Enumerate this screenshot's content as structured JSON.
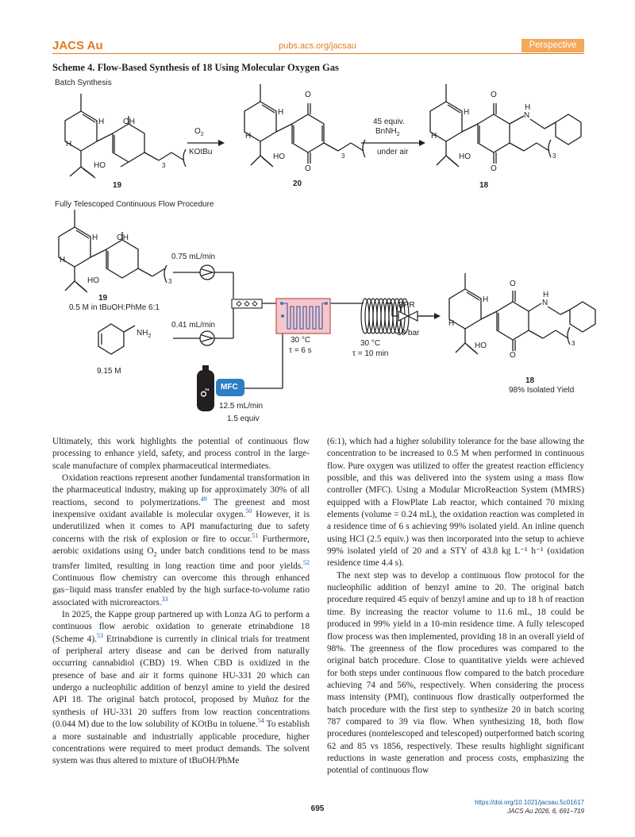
{
  "header": {
    "journal": "JACS Au",
    "site": "pubs.acs.org/jacsau",
    "article_type": "Perspective"
  },
  "scheme": {
    "title": "Scheme 4. Flow-Based Synthesis of 18 Using Molecular Oxygen Gas",
    "batch_title": "Batch Synthesis",
    "flow_title": "Fully Telescoped Continuous Flow Procedure",
    "reagent1_top": "O",
    "reagent1_sub": "2",
    "reagent1_bottom": "KOtBu",
    "reagent2_line1": "45 equiv.",
    "reagent2_line2": "BnNH",
    "reagent2_sub": "2",
    "reagent2_bottom": "under air",
    "compound_19": "19",
    "compound_20": "20",
    "compound_18": "18",
    "flow_19_conc": "0.5 M in tBuOH:PhMe 6:1",
    "flow_rate_1": "0.75 mL/min",
    "flow_rate_2": "0.41 mL/min",
    "amine_label": "NH",
    "amine_sub": "2",
    "amine_conc": "9.15 M",
    "o2_label": "O",
    "o2_sub": "2",
    "mfc": "MFC",
    "gas_rate": "12.5 mL/min",
    "gas_equiv": "1.5 equiv",
    "reactor1_temp": "30 °C",
    "reactor1_tau": "τ = 6 s",
    "reactor2_temp": "30 °C",
    "reactor2_tau": "τ = 10 min",
    "bpr": "BPR",
    "bpr_pressure": "10 bar",
    "product_yield": "98% Isolated Yield",
    "atom_H": "H",
    "atom_OH": "OH",
    "atom_HO": "HO",
    "atom_O": "O",
    "atom_NH": "N",
    "subscript_3": "3"
  },
  "body": {
    "left": [
      "Ultimately, this work highlights the potential of continuous flow processing to enhance yield, safety, and process control in the large-scale manufacture of complex pharmaceutical intermediates.",
      "Oxidation reactions represent another fundamental transformation in the pharmaceutical industry, making up for approximately 30% of all reactions, second to polymerizations.",
      "In 2025, the Kappe group partnered up with Lonza AG to perform a continuous flow aerobic oxidation to generate etrinabdione 18 (Scheme 4)."
    ],
    "left_p2_rest": [
      "The greenest and most inexpensive oxidant available is molecular oxygen.",
      "However, it is underutilized when it comes to API manufacturing due to safety concerns with the risk of explosion or fire to occur.",
      "Furthermore, aerobic oxidations using O",
      "under batch conditions tend to be mass transfer limited, resulting in long reaction time and poor yields.",
      "Continuous flow chemistry can overcome this through enhanced gas−liquid mass transfer enabled by the high surface-to-volume ratio associated with microreactors."
    ],
    "left_p3_rest": [
      "Etrinabdione is currently in clinical trials for treatment of peripheral artery disease and can be derived from naturally occurring cannabidiol (CBD) 19. When CBD is oxidized in the presence of base and air it forms quinone HU-331 20 which can undergo a nucleophilic addition of benzyl amine to yield the desired API 18. The original batch protocol, proposed by Muñoz for the synthesis of HU-331 20 suffers from low reaction concentrations (0.044 M) due to the low solubility of KOtBu in toluene.",
      "To establish a more sustainable and industrially applicable procedure, higher concentrations were required to meet product demands. The solvent system was thus altered to mixture of tBuOH/PhMe"
    ],
    "cites": {
      "c49": "49",
      "c50": "50",
      "c51": "51",
      "c52": "52",
      "c33": "33",
      "c53": "53",
      "c54": "54"
    },
    "right": [
      "(6:1), which had a higher solubility tolerance for the base allowing the concentration to be increased to 0.5 M when performed in continuous flow. Pure oxygen was utilized to offer the greatest reaction efficiency possible, and this was delivered into the system using a mass flow controller (MFC). Using a Modular MicroReaction System (MMRS) equipped with a FlowPlate Lab reactor, which contained 70 mixing elements (volume = 0.24 mL), the oxidation reaction was completed in a residence time of 6 s achieving 99% isolated yield. An inline quench using HCl (2.5 equiv.) was then incorporated into the setup to achieve 99% isolated yield of 20 and a STY of 43.8 kg L⁻¹ h⁻¹ (oxidation residence time 4.4 s).",
      "The next step was to develop a continuous flow protocol for the nucleophilic addition of benzyl amine to 20. The original batch procedure required 45 equiv of benzyl amine and up to 18 h of reaction time. By increasing the reactor volume to 11.6 mL, 18 could be produced in 99% yield in a 10-min residence time. A fully telescoped flow process was then implemented, providing 18 in an overall yield of 98%. The greenness of the flow procedures was compared to the original batch procedure. Close to quantitative yields were achieved for both steps under continuous flow compared to the batch procedure achieving 74 and 56%, respectively. When considering the process mass intensity (PMI), continuous flow drastically outperformed the batch procedure with the first step to synthesize 20 in batch scoring 787 compared to 39 via flow. When synthesizing 18, both flow procedures (nontelescoped and telescoped) outperformed batch scoring 62 and 85 vs 1856, respectively. These results highlight significant reductions in waste generation and process costs, emphasizing the potential of continuous flow"
    ]
  },
  "footer": {
    "page": "695",
    "doi": "https://doi.org/10.1021/jacsau.5c01617",
    "citation": "JACS Au 2026, 6, 691−719"
  },
  "colors": {
    "accent": "#e07b20",
    "badge": "#f2a95c",
    "link": "#1a5ca8",
    "reactor_fill": "#f5c6cc",
    "reactor_stroke": "#c0504d",
    "mfc": "#2d7fc4"
  }
}
